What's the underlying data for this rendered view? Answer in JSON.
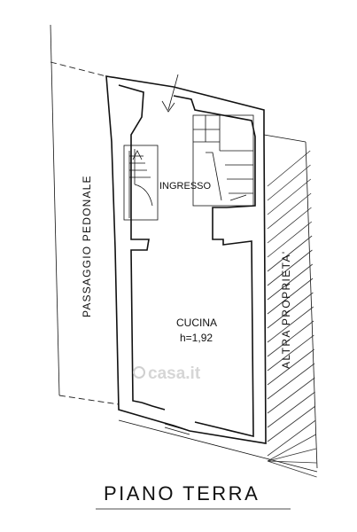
{
  "labels": {
    "ingresso": "INGRESSO",
    "cucina": "CUCINA",
    "height": "h=1,92",
    "passage": "PASSAGGIO PEDONALE",
    "other_property": "ALTRA PROPRIETA'",
    "floor_title": "PIANO TERRA",
    "watermark": "casa.it"
  },
  "colors": {
    "line": "#111111",
    "watermark": "#cfcfcf"
  }
}
